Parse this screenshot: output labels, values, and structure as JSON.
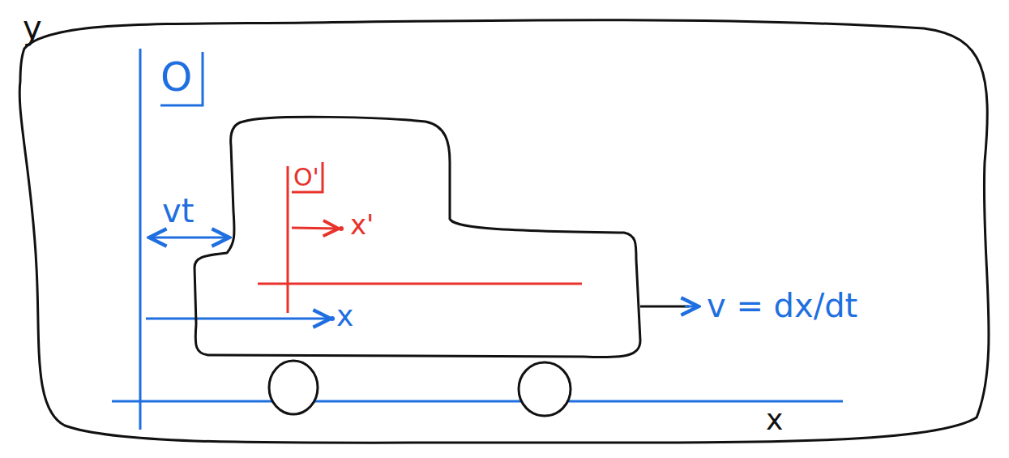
{
  "diagram": {
    "nodes": [
      {
        "text": [
          "y",
          "O",
          "vt",
          "v = dx/dt",
          "x"
        ]
      },
      {
        "text": [
          "O'",
          "x'",
          "x"
        ],
        "in": 0
      }
    ]
  }
}
